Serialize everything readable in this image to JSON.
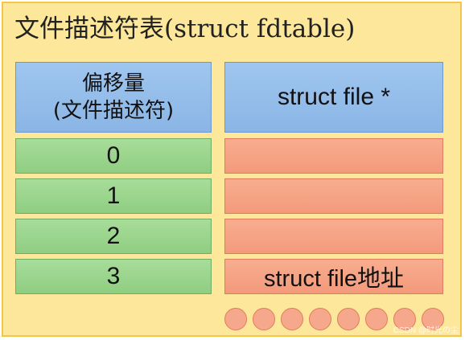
{
  "title": "文件描述符表(struct fdtable)",
  "header": {
    "left_line1": "偏移量",
    "left_line2": "(文件描述符)",
    "right": "struct file *"
  },
  "rows": [
    {
      "index": "0",
      "pointer": ""
    },
    {
      "index": "1",
      "pointer": ""
    },
    {
      "index": "2",
      "pointer": ""
    },
    {
      "index": "3",
      "pointer": "struct file地址"
    }
  ],
  "watermark": "CSDN @时光の尘",
  "colors": {
    "background": "#fde79a",
    "header": "#9fc6ef",
    "index_cell": "#a8dc9a",
    "pointer_cell": "#f8ad8f"
  }
}
